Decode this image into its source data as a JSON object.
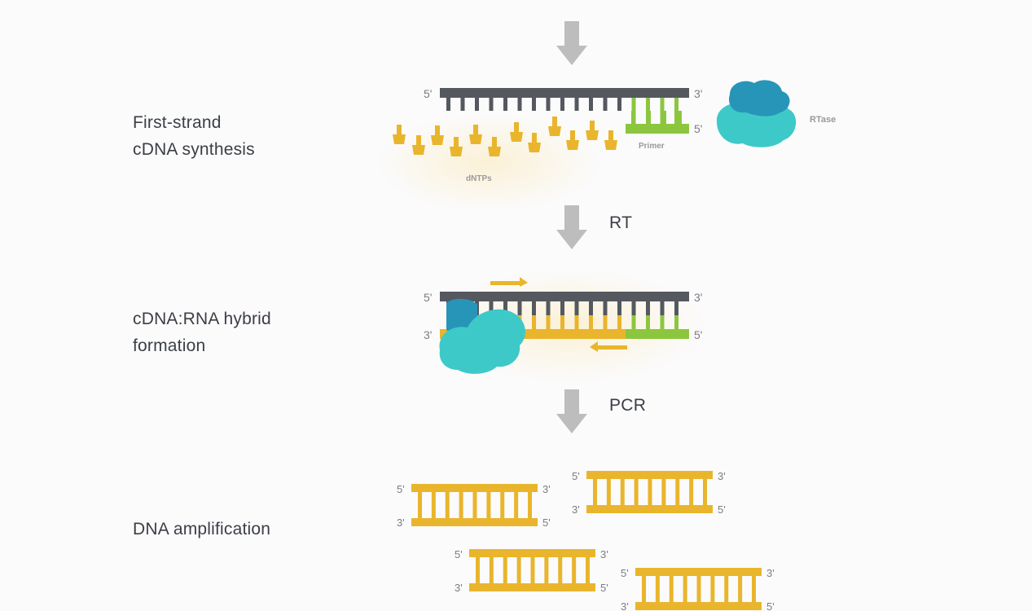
{
  "steps": [
    {
      "label_line1": "First-strand",
      "label_line2": "cDNA synthesis"
    },
    {
      "label_line1": "cDNA:RNA hybrid",
      "label_line2": "formation"
    },
    {
      "label_line1": "DNA amplification"
    }
  ],
  "arrows": {
    "rt_label": "RT",
    "pcr_label": "PCR"
  },
  "molecules": {
    "rtase_label": "RTase",
    "primer_label": "Primer",
    "dntps_label": "dNTPs",
    "five_prime": "5'",
    "three_prime": "3'"
  },
  "colors": {
    "rna_strand": "#55585e",
    "cdna_strand": "#e9b52c",
    "primer": "#8cc63f",
    "enzyme_light": "#3ec9c9",
    "enzyme_dark": "#2795b8",
    "arrow": "#bdbdbd",
    "text": "#3b3f45"
  }
}
